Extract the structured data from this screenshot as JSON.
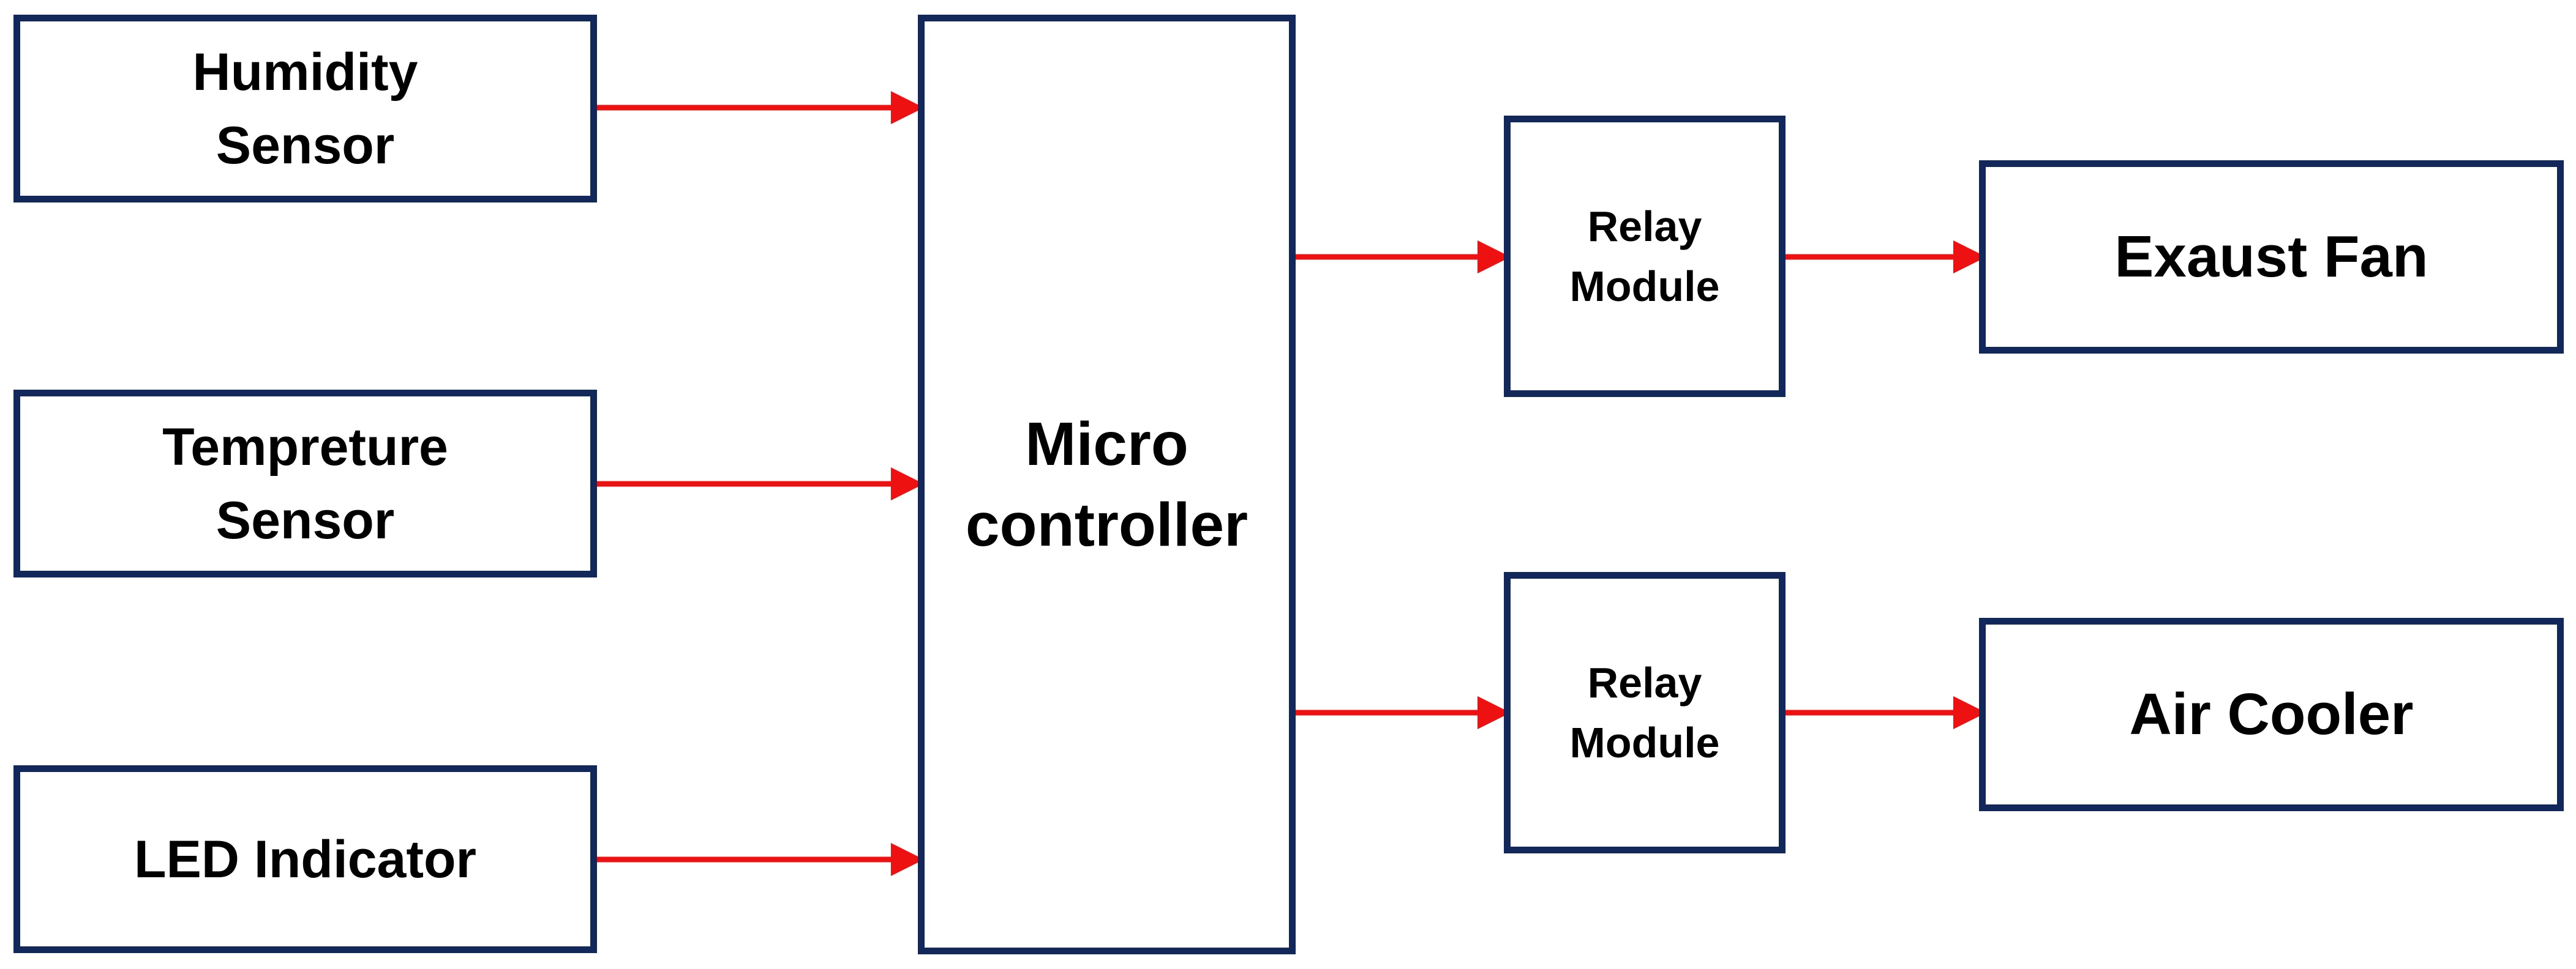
{
  "blocks": {
    "humidity_sensor": {
      "lines": [
        "Humidity",
        "Sensor"
      ]
    },
    "temperature_sensor": {
      "lines": [
        "Tempreture",
        "Sensor"
      ]
    },
    "led_indicator": {
      "lines": [
        "LED Indicator"
      ]
    },
    "microcontroller": {
      "lines": [
        "Micro",
        "controller"
      ]
    },
    "relay_module_1": {
      "lines": [
        "Relay",
        "Module"
      ]
    },
    "relay_module_2": {
      "lines": [
        "Relay",
        "Module"
      ]
    },
    "exhaust_fan": {
      "lines": [
        "Exaust Fan"
      ]
    },
    "air_cooler": {
      "lines": [
        "Air Cooler"
      ]
    }
  },
  "connections": [
    {
      "from": "humidity_sensor",
      "to": "microcontroller"
    },
    {
      "from": "temperature_sensor",
      "to": "microcontroller"
    },
    {
      "from": "led_indicator",
      "to": "microcontroller"
    },
    {
      "from": "microcontroller",
      "to": "relay_module_1"
    },
    {
      "from": "microcontroller",
      "to": "relay_module_2"
    },
    {
      "from": "relay_module_1",
      "to": "exhaust_fan"
    },
    {
      "from": "relay_module_2",
      "to": "air_cooler"
    }
  ],
  "colors": {
    "block_border": "#12285a",
    "arrow": "#ee1111",
    "text": "#000000",
    "background": "#ffffff"
  }
}
